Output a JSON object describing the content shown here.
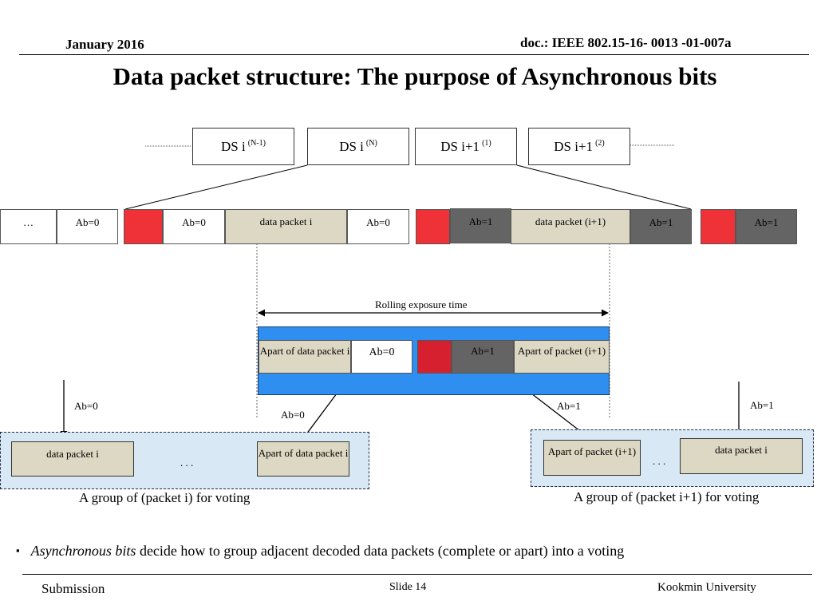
{
  "header": {
    "date": "January 2016",
    "doc": "doc.: IEEE 802.15-16- 0013 -01-007a",
    "title": "Data packet structure: The purpose of Asynchronous bits"
  },
  "ds_boxes": [
    {
      "label": "DS i",
      "sup": "(N-1)"
    },
    {
      "label": "DS i",
      "sup": "(N)"
    },
    {
      "label": "DS i+1",
      "sup": "(1)"
    },
    {
      "label": "DS i+1",
      "sup": "(2)"
    }
  ],
  "packet_row": {
    "ellipsis": "…",
    "ab0": "Ab=0",
    "ab1": "Ab=1",
    "data_packet_i": "data packet i",
    "data_packet_i1": "data packet (i+1)"
  },
  "exposure": {
    "label": "Rolling exposure time",
    "apart_i": "Apart of data packet i",
    "ab0": "Ab=0",
    "ab1": "Ab=1",
    "apart_i1": "Apart of packet (i+1)"
  },
  "arrow_labels": {
    "left_outer": "Ab=0",
    "left_inner": "Ab=0",
    "right_inner": "Ab=1",
    "right_outer": "Ab=1"
  },
  "group_left": {
    "packet": "data packet i",
    "dots": ". . .",
    "apart": "Apart of data packet i",
    "caption": "A group of (packet i) for voting"
  },
  "group_right": {
    "apart": "Apart of packet (i+1)",
    "dots": ". . .",
    "packet": "data packet i",
    "caption": "A group of (packet i+1) for voting"
  },
  "bullet": {
    "marker": "▪",
    "italic": "Asynchronous bits",
    "text": " decide how to group adjacent decoded data packets (complete or apart) into a voting"
  },
  "footer": {
    "left": "Submission",
    "center": "Slide 14",
    "right": "Kookmin University"
  },
  "colors": {
    "red": "#ef3237",
    "gray": "#646464",
    "tan": "#ddd8c4",
    "blue": "#2e8ff0",
    "group_bg": "#d9e8f5"
  }
}
